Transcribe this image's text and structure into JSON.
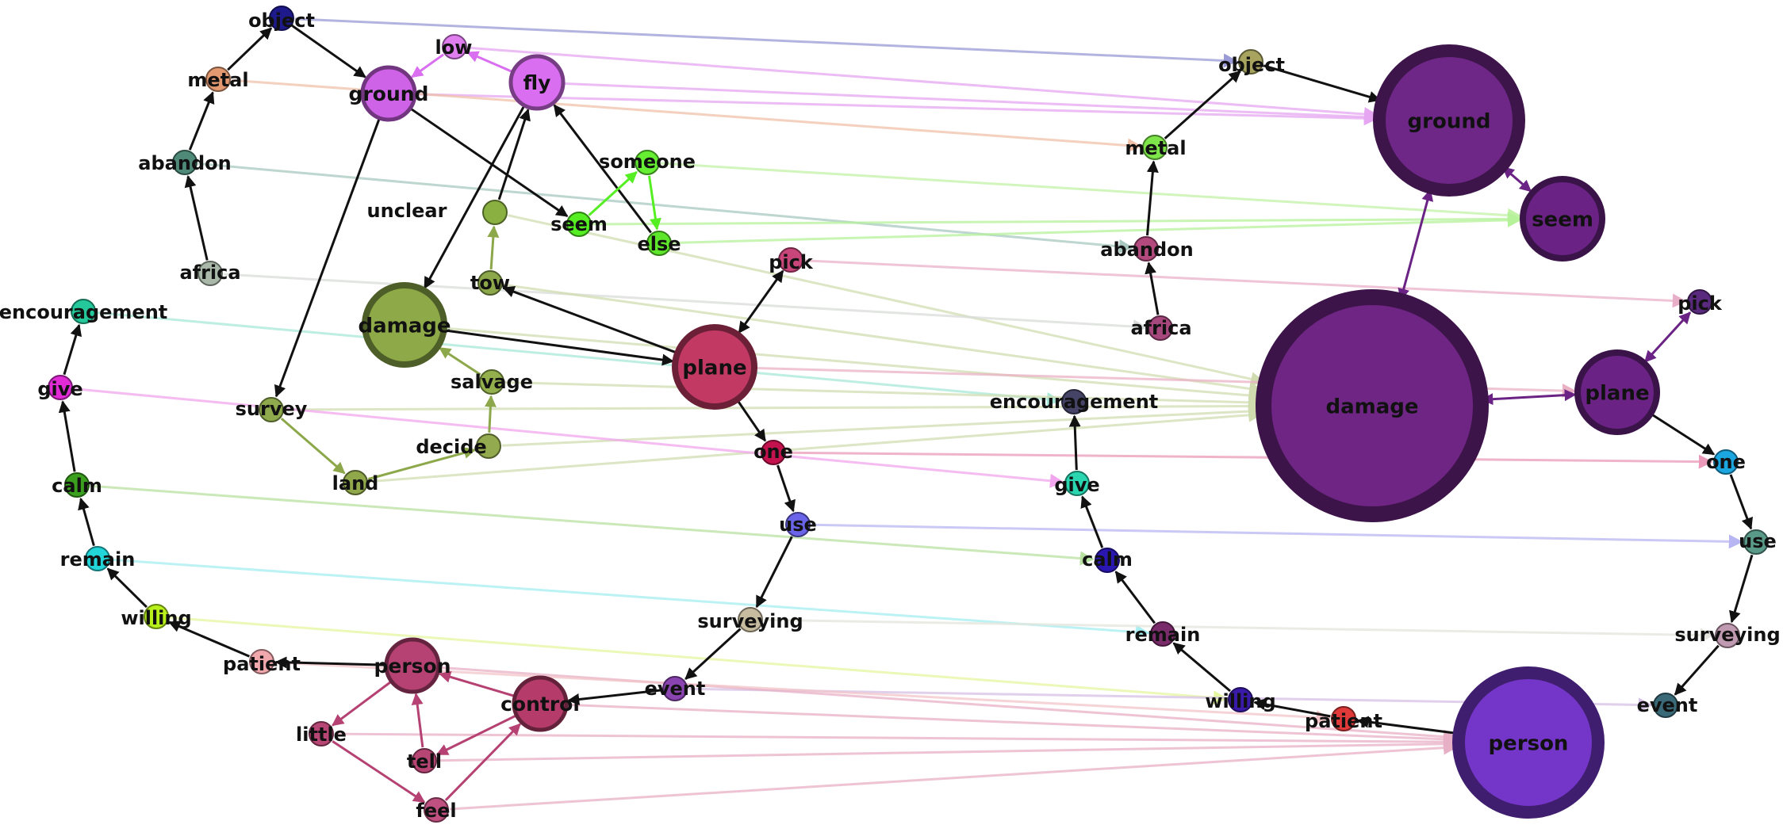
{
  "graph": {
    "nodes": [
      {
        "id": "L_object",
        "label": "object",
        "color": "#1f1a8c",
        "size": "small"
      },
      {
        "id": "L_low",
        "label": "low",
        "color": "#e07ef0",
        "size": "small"
      },
      {
        "id": "L_fly",
        "label": "fly",
        "color": "#d96ef0",
        "size": "medium"
      },
      {
        "id": "L_metal",
        "label": "metal",
        "color": "#e39a70",
        "size": "small"
      },
      {
        "id": "L_ground",
        "label": "ground",
        "color": "#cf63e8",
        "size": "medium"
      },
      {
        "id": "L_abandon",
        "label": "abandon",
        "color": "#4f8a78",
        "size": "small"
      },
      {
        "id": "L_someone",
        "label": "someone",
        "color": "#66ee33",
        "size": "small"
      },
      {
        "id": "L_unclear",
        "label": "unclear",
        "color": "#8ab042",
        "size": "small"
      },
      {
        "id": "L_seem",
        "label": "seem",
        "color": "#55ee22",
        "size": "small"
      },
      {
        "id": "L_else",
        "label": "else",
        "color": "#5ee62a",
        "size": "small"
      },
      {
        "id": "L_africa",
        "label": "africa",
        "color": "#a9b8a8",
        "size": "small"
      },
      {
        "id": "L_tow",
        "label": "tow",
        "color": "#8ca84a",
        "size": "small"
      },
      {
        "id": "L_pick",
        "label": "pick",
        "color": "#c9467a",
        "size": "small"
      },
      {
        "id": "L_encouragement",
        "label": "encouragement",
        "color": "#25c89a",
        "size": "small"
      },
      {
        "id": "L_damage",
        "label": "damage",
        "color": "#8eaa48",
        "size": "large"
      },
      {
        "id": "L_plane",
        "label": "plane",
        "color": "#c23a64",
        "size": "large"
      },
      {
        "id": "L_salvage",
        "label": "salvage",
        "color": "#93b04c",
        "size": "small"
      },
      {
        "id": "L_give",
        "label": "give",
        "color": "#e02bd6",
        "size": "small"
      },
      {
        "id": "L_survey",
        "label": "survey",
        "color": "#8faa4c",
        "size": "small"
      },
      {
        "id": "L_decide",
        "label": "decide",
        "color": "#93aa4e",
        "size": "small"
      },
      {
        "id": "L_one",
        "label": "one",
        "color": "#c4124f",
        "size": "small"
      },
      {
        "id": "L_land",
        "label": "land",
        "color": "#90a84a",
        "size": "small"
      },
      {
        "id": "L_calm",
        "label": "calm",
        "color": "#3aa01e",
        "size": "small"
      },
      {
        "id": "L_use",
        "label": "use",
        "color": "#6a64e8",
        "size": "small"
      },
      {
        "id": "L_remain",
        "label": "remain",
        "color": "#22d5d8",
        "size": "small"
      },
      {
        "id": "L_willing",
        "label": "willing",
        "color": "#b8f01c",
        "size": "small"
      },
      {
        "id": "L_surveying",
        "label": "surveying",
        "color": "#c8bca0",
        "size": "small"
      },
      {
        "id": "L_patient",
        "label": "patient",
        "color": "#f0a8ac",
        "size": "small"
      },
      {
        "id": "L_person",
        "label": "person",
        "color": "#b54272",
        "size": "medium"
      },
      {
        "id": "L_event",
        "label": "event",
        "color": "#8a44b0",
        "size": "small"
      },
      {
        "id": "L_control",
        "label": "control",
        "color": "#b53c6a",
        "size": "medium"
      },
      {
        "id": "L_little",
        "label": "little",
        "color": "#b84674",
        "size": "small"
      },
      {
        "id": "L_tell",
        "label": "tell",
        "color": "#b84674",
        "size": "small"
      },
      {
        "id": "L_feel",
        "label": "feel",
        "color": "#c05080",
        "size": "small"
      },
      {
        "id": "R_object",
        "label": "object",
        "color": "#a8a460",
        "size": "small"
      },
      {
        "id": "R_ground",
        "label": "ground",
        "color": "#6e2787",
        "size": "xlarge"
      },
      {
        "id": "R_metal",
        "label": "metal",
        "color": "#7ee64a",
        "size": "small"
      },
      {
        "id": "R_seem",
        "label": "seem",
        "color": "#6a2384",
        "size": "large"
      },
      {
        "id": "R_abandon",
        "label": "abandon",
        "color": "#b24a7e",
        "size": "small"
      },
      {
        "id": "R_africa",
        "label": "africa",
        "color": "#a6487e",
        "size": "small"
      },
      {
        "id": "R_pick",
        "label": "pick",
        "color": "#5a2a7e",
        "size": "small"
      },
      {
        "id": "R_damage",
        "label": "damage",
        "color": "#6e2584",
        "size": "huge"
      },
      {
        "id": "R_plane",
        "label": "plane",
        "color": "#6a2384",
        "size": "large"
      },
      {
        "id": "R_encouragement",
        "label": "encouragement",
        "color": "#454466",
        "size": "small"
      },
      {
        "id": "R_one",
        "label": "one",
        "color": "#1ca6e0",
        "size": "small"
      },
      {
        "id": "R_give",
        "label": "give",
        "color": "#2ad6b0",
        "size": "small"
      },
      {
        "id": "R_use",
        "label": "use",
        "color": "#5a9a88",
        "size": "small"
      },
      {
        "id": "R_calm",
        "label": "calm",
        "color": "#2a16b0",
        "size": "small"
      },
      {
        "id": "R_remain",
        "label": "remain",
        "color": "#7a2c6a",
        "size": "small"
      },
      {
        "id": "R_surveying",
        "label": "surveying",
        "color": "#c09ab0",
        "size": "small"
      },
      {
        "id": "R_willing",
        "label": "willing",
        "color": "#3a1aa8",
        "size": "small"
      },
      {
        "id": "R_event",
        "label": "event",
        "color": "#3a6a78",
        "size": "small"
      },
      {
        "id": "R_patient",
        "label": "patient",
        "color": "#e03a3a",
        "size": "small"
      },
      {
        "id": "R_person",
        "label": "person",
        "color": "#7436c9",
        "size": "xlarge"
      }
    ],
    "edges": [
      {
        "from": "L_metal",
        "to": "L_object",
        "color": "#111111",
        "style": "solid",
        "bidir": false
      },
      {
        "from": "L_abandon",
        "to": "L_metal",
        "color": "#111111",
        "style": "solid",
        "bidir": false
      },
      {
        "from": "L_africa",
        "to": "L_abandon",
        "color": "#111111",
        "style": "solid",
        "bidir": false
      },
      {
        "from": "L_object",
        "to": "L_ground",
        "color": "#111111",
        "style": "solid",
        "bidir": false
      },
      {
        "from": "L_fly",
        "to": "L_low",
        "color": "#d96ef0",
        "style": "solid",
        "bidir": false
      },
      {
        "from": "L_low",
        "to": "L_ground",
        "color": "#d96ef0",
        "style": "solid",
        "bidir": false
      },
      {
        "from": "L_ground",
        "to": "L_seem",
        "color": "#111111",
        "style": "solid",
        "bidir": false
      },
      {
        "from": "L_ground",
        "to": "L_survey",
        "color": "#111111",
        "style": "solid",
        "bidir": false
      },
      {
        "from": "L_unclear",
        "to": "L_fly",
        "color": "#111111",
        "style": "solid",
        "bidir": false
      },
      {
        "from": "L_fly",
        "to": "L_damage",
        "color": "#111111",
        "style": "solid",
        "bidir": false
      },
      {
        "from": "L_else",
        "to": "L_fly",
        "color": "#111111",
        "style": "solid",
        "bidir": false
      },
      {
        "from": "L_seem",
        "to": "L_someone",
        "color": "#55ee22",
        "style": "solid",
        "bidir": false
      },
      {
        "from": "L_someone",
        "to": "L_else",
        "color": "#55ee22",
        "style": "solid",
        "bidir": false
      },
      {
        "from": "L_tow",
        "to": "L_unclear",
        "color": "#8ca84a",
        "style": "solid",
        "bidir": false
      },
      {
        "from": "L_plane",
        "to": "L_tow",
        "color": "#111111",
        "style": "solid",
        "bidir": false
      },
      {
        "from": "L_damage",
        "to": "L_plane",
        "color": "#111111",
        "style": "solid",
        "bidir": false
      },
      {
        "from": "L_pick",
        "to": "L_plane",
        "color": "#111111",
        "style": "solid",
        "bidir": true
      },
      {
        "from": "L_salvage",
        "to": "L_damage",
        "color": "#8ca84a",
        "style": "solid",
        "bidir": false
      },
      {
        "from": "L_decide",
        "to": "L_salvage",
        "color": "#8ca84a",
        "style": "solid",
        "bidir": false
      },
      {
        "from": "L_land",
        "to": "L_decide",
        "color": "#8ca84a",
        "style": "solid",
        "bidir": false
      },
      {
        "from": "L_survey",
        "to": "L_land",
        "color": "#8ca84a",
        "style": "solid",
        "bidir": false
      },
      {
        "from": "L_plane",
        "to": "L_one",
        "color": "#111111",
        "style": "solid",
        "bidir": false
      },
      {
        "from": "L_one",
        "to": "L_use",
        "color": "#111111",
        "style": "solid",
        "bidir": false
      },
      {
        "from": "L_use",
        "to": "L_surveying",
        "color": "#111111",
        "style": "solid",
        "bidir": false
      },
      {
        "from": "L_surveying",
        "to": "L_event",
        "color": "#111111",
        "style": "solid",
        "bidir": false
      },
      {
        "from": "L_event",
        "to": "L_control",
        "color": "#111111",
        "style": "solid",
        "bidir": false
      },
      {
        "from": "L_control",
        "to": "L_person",
        "color": "#b54272",
        "style": "solid",
        "bidir": false
      },
      {
        "from": "L_control",
        "to": "L_tell",
        "color": "#b54272",
        "style": "solid",
        "bidir": false
      },
      {
        "from": "L_feel",
        "to": "L_control",
        "color": "#b54272",
        "style": "solid",
        "bidir": false
      },
      {
        "from": "L_little",
        "to": "L_feel",
        "color": "#b54272",
        "style": "solid",
        "bidir": false
      },
      {
        "from": "L_person",
        "to": "L_little",
        "color": "#b54272",
        "style": "solid",
        "bidir": false
      },
      {
        "from": "L_tell",
        "to": "L_person",
        "color": "#b54272",
        "style": "solid",
        "bidir": false
      },
      {
        "from": "L_person",
        "to": "L_patient",
        "color": "#111111",
        "style": "solid",
        "bidir": false
      },
      {
        "from": "L_patient",
        "to": "L_willing",
        "color": "#111111",
        "style": "solid",
        "bidir": false
      },
      {
        "from": "L_willing",
        "to": "L_remain",
        "color": "#111111",
        "style": "solid",
        "bidir": false
      },
      {
        "from": "L_remain",
        "to": "L_calm",
        "color": "#111111",
        "style": "solid",
        "bidir": false
      },
      {
        "from": "L_calm",
        "to": "L_give",
        "color": "#111111",
        "style": "solid",
        "bidir": false
      },
      {
        "from": "L_give",
        "to": "L_encouragement",
        "color": "#111111",
        "style": "solid",
        "bidir": false
      },
      {
        "from": "R_metal",
        "to": "R_object",
        "color": "#111111",
        "style": "solid",
        "bidir": false
      },
      {
        "from": "R_object",
        "to": "R_ground",
        "color": "#111111",
        "style": "solid",
        "bidir": false
      },
      {
        "from": "R_abandon",
        "to": "R_metal",
        "color": "#111111",
        "style": "solid",
        "bidir": false
      },
      {
        "from": "R_africa",
        "to": "R_abandon",
        "color": "#111111",
        "style": "solid",
        "bidir": false
      },
      {
        "from": "R_ground",
        "to": "R_seem",
        "color": "#6a2384",
        "style": "solid",
        "bidir": true
      },
      {
        "from": "R_damage",
        "to": "R_ground",
        "color": "#6a2384",
        "style": "solid",
        "bidir": true
      },
      {
        "from": "R_damage",
        "to": "R_plane",
        "color": "#6a2384",
        "style": "solid",
        "bidir": true
      },
      {
        "from": "R_plane",
        "to": "R_pick",
        "color": "#6a2384",
        "style": "solid",
        "bidir": true
      },
      {
        "from": "R_plane",
        "to": "R_one",
        "color": "#111111",
        "style": "solid",
        "bidir": false
      },
      {
        "from": "R_one",
        "to": "R_use",
        "color": "#111111",
        "style": "solid",
        "bidir": false
      },
      {
        "from": "R_use",
        "to": "R_surveying",
        "color": "#111111",
        "style": "solid",
        "bidir": false
      },
      {
        "from": "R_surveying",
        "to": "R_event",
        "color": "#111111",
        "style": "solid",
        "bidir": false
      },
      {
        "from": "R_person",
        "to": "R_patient",
        "color": "#111111",
        "style": "solid",
        "bidir": false
      },
      {
        "from": "R_patient",
        "to": "R_willing",
        "color": "#111111",
        "style": "solid",
        "bidir": false
      },
      {
        "from": "R_willing",
        "to": "R_remain",
        "color": "#111111",
        "style": "solid",
        "bidir": false
      },
      {
        "from": "R_remain",
        "to": "R_calm",
        "color": "#111111",
        "style": "solid",
        "bidir": false
      },
      {
        "from": "R_calm",
        "to": "R_give",
        "color": "#111111",
        "style": "solid",
        "bidir": false
      },
      {
        "from": "R_give",
        "to": "R_encouragement",
        "color": "#111111",
        "style": "solid",
        "bidir": false
      },
      {
        "from": "L_object",
        "to": "R_object",
        "color": "#9a9ad6",
        "style": "faint",
        "bidir": false
      },
      {
        "from": "L_low",
        "to": "R_ground",
        "color": "#e6a6f2",
        "style": "faint",
        "bidir": false
      },
      {
        "from": "L_fly",
        "to": "R_ground",
        "color": "#e6a6f2",
        "style": "faint",
        "bidir": false
      },
      {
        "from": "L_ground",
        "to": "R_ground",
        "color": "#e6a6f2",
        "style": "faint",
        "bidir": false
      },
      {
        "from": "L_metal",
        "to": "R_metal",
        "color": "#f0c0a8",
        "style": "faint",
        "bidir": false
      },
      {
        "from": "L_abandon",
        "to": "R_abandon",
        "color": "#a8c8c0",
        "style": "faint",
        "bidir": false
      },
      {
        "from": "L_someone",
        "to": "R_seem",
        "color": "#c2f2a6",
        "style": "faint",
        "bidir": false
      },
      {
        "from": "L_seem",
        "to": "R_seem",
        "color": "#b6f29a",
        "style": "faint",
        "bidir": false
      },
      {
        "from": "L_else",
        "to": "R_seem",
        "color": "#b6f29a",
        "style": "faint",
        "bidir": false
      },
      {
        "from": "L_unclear",
        "to": "R_damage",
        "color": "#d0dcb0",
        "style": "faint",
        "bidir": false
      },
      {
        "from": "L_africa",
        "to": "R_africa",
        "color": "#d8dcd8",
        "style": "faint",
        "bidir": false
      },
      {
        "from": "L_pick",
        "to": "R_pick",
        "color": "#e8b0c8",
        "style": "faint",
        "bidir": false
      },
      {
        "from": "L_tow",
        "to": "R_damage",
        "color": "#d0dcb0",
        "style": "faint",
        "bidir": false
      },
      {
        "from": "L_encouragement",
        "to": "R_encouragement",
        "color": "#a8e8d8",
        "style": "faint",
        "bidir": false
      },
      {
        "from": "L_damage",
        "to": "R_damage",
        "color": "#d0dcb0",
        "style": "faint",
        "bidir": false
      },
      {
        "from": "L_plane",
        "to": "R_plane",
        "color": "#eab0c4",
        "style": "faint",
        "bidir": false
      },
      {
        "from": "L_salvage",
        "to": "R_damage",
        "color": "#d0dcb0",
        "style": "faint",
        "bidir": false
      },
      {
        "from": "L_survey",
        "to": "R_damage",
        "color": "#d0dcb0",
        "style": "faint",
        "bidir": false
      },
      {
        "from": "L_decide",
        "to": "R_damage",
        "color": "#d0dcb0",
        "style": "faint",
        "bidir": false
      },
      {
        "from": "L_land",
        "to": "R_damage",
        "color": "#d0dcb0",
        "style": "faint",
        "bidir": false
      },
      {
        "from": "L_give",
        "to": "R_give",
        "color": "#f2a6ee",
        "style": "faint",
        "bidir": false
      },
      {
        "from": "L_one",
        "to": "R_one",
        "color": "#ea9ab8",
        "style": "faint",
        "bidir": false
      },
      {
        "from": "L_calm",
        "to": "R_calm",
        "color": "#b8e0a0",
        "style": "faint",
        "bidir": false
      },
      {
        "from": "L_use",
        "to": "R_use",
        "color": "#b8b6f2",
        "style": "faint",
        "bidir": false
      },
      {
        "from": "L_remain",
        "to": "R_remain",
        "color": "#a6eef0",
        "style": "faint",
        "bidir": false
      },
      {
        "from": "L_willing",
        "to": "R_willing",
        "color": "#e4f6a0",
        "style": "faint",
        "bidir": false
      },
      {
        "from": "L_surveying",
        "to": "R_surveying",
        "color": "#e4e4dc",
        "style": "faint",
        "bidir": false
      },
      {
        "from": "L_event",
        "to": "R_event",
        "color": "#d6c0e6",
        "style": "faint",
        "bidir": false
      },
      {
        "from": "L_person",
        "to": "R_person",
        "color": "#e8b0c6",
        "style": "faint",
        "bidir": false
      },
      {
        "from": "L_control",
        "to": "R_person",
        "color": "#e8b0c6",
        "style": "faint",
        "bidir": false
      },
      {
        "from": "L_little",
        "to": "R_person",
        "color": "#e8b0c6",
        "style": "faint",
        "bidir": false
      },
      {
        "from": "L_tell",
        "to": "R_person",
        "color": "#e8b0c6",
        "style": "faint",
        "bidir": false
      },
      {
        "from": "L_feel",
        "to": "R_person",
        "color": "#e8b0c6",
        "style": "faint",
        "bidir": false
      },
      {
        "from": "L_patient",
        "to": "R_patient",
        "color": "#f2c4c8",
        "style": "faint",
        "bidir": false
      }
    ]
  }
}
